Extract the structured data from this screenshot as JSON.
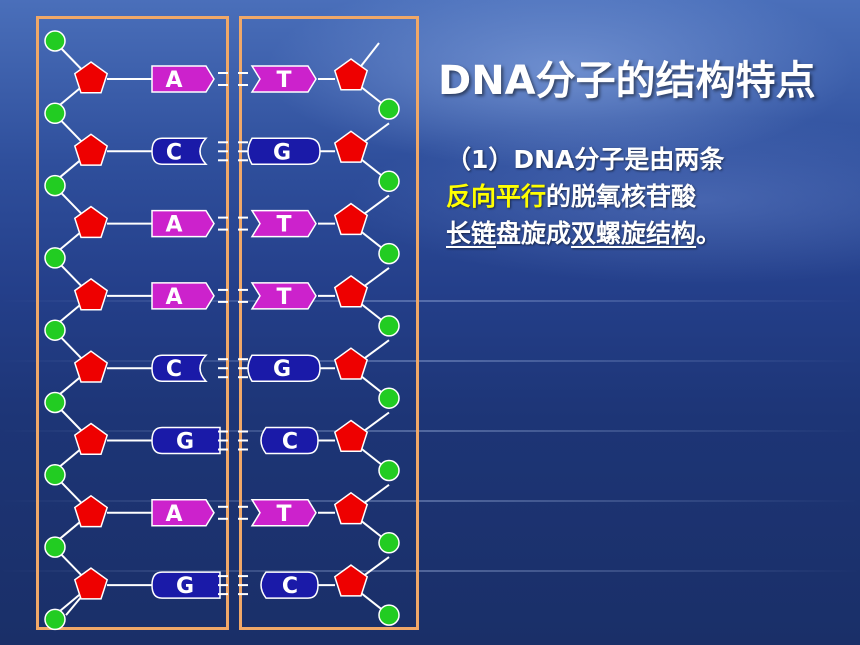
{
  "slide": {
    "title": "DNA分子的结构特点",
    "point": {
      "prefix": "（1）DNA分子是由两条",
      "highlight": "反向平行",
      "middle": "的脱氧核苷酸",
      "line3_a": "长链",
      "line3_b": "盘旋成",
      "line3_c": "双螺旋结构",
      "line3_d": "。"
    }
  },
  "base_pairs": [
    {
      "left": "A",
      "right": "T",
      "bonds": 2
    },
    {
      "left": "C",
      "right": "G",
      "bonds": 3
    },
    {
      "left": "A",
      "right": "T",
      "bonds": 2
    },
    {
      "left": "A",
      "right": "T",
      "bonds": 2
    },
    {
      "left": "C",
      "right": "G",
      "bonds": 3
    },
    {
      "left": "G",
      "right": "C",
      "bonds": 3
    },
    {
      "left": "A",
      "right": "T",
      "bonds": 2
    },
    {
      "left": "G",
      "right": "C",
      "bonds": 3
    }
  ],
  "colors": {
    "strand_box": "#f0a868",
    "phosphate": "#22cc22",
    "deoxyribose": "#ee0000",
    "purine_AT": "#cc22cc",
    "pyrimidine_CG": "#1a1aa8",
    "highlight_text": "#ffff00"
  },
  "icons": {
    "phosphate": "green-circle",
    "deoxyribose": "red-pentagon",
    "A_T_base": "magenta-arrow-shape",
    "C_G_base": "blue-rounded-shape"
  }
}
